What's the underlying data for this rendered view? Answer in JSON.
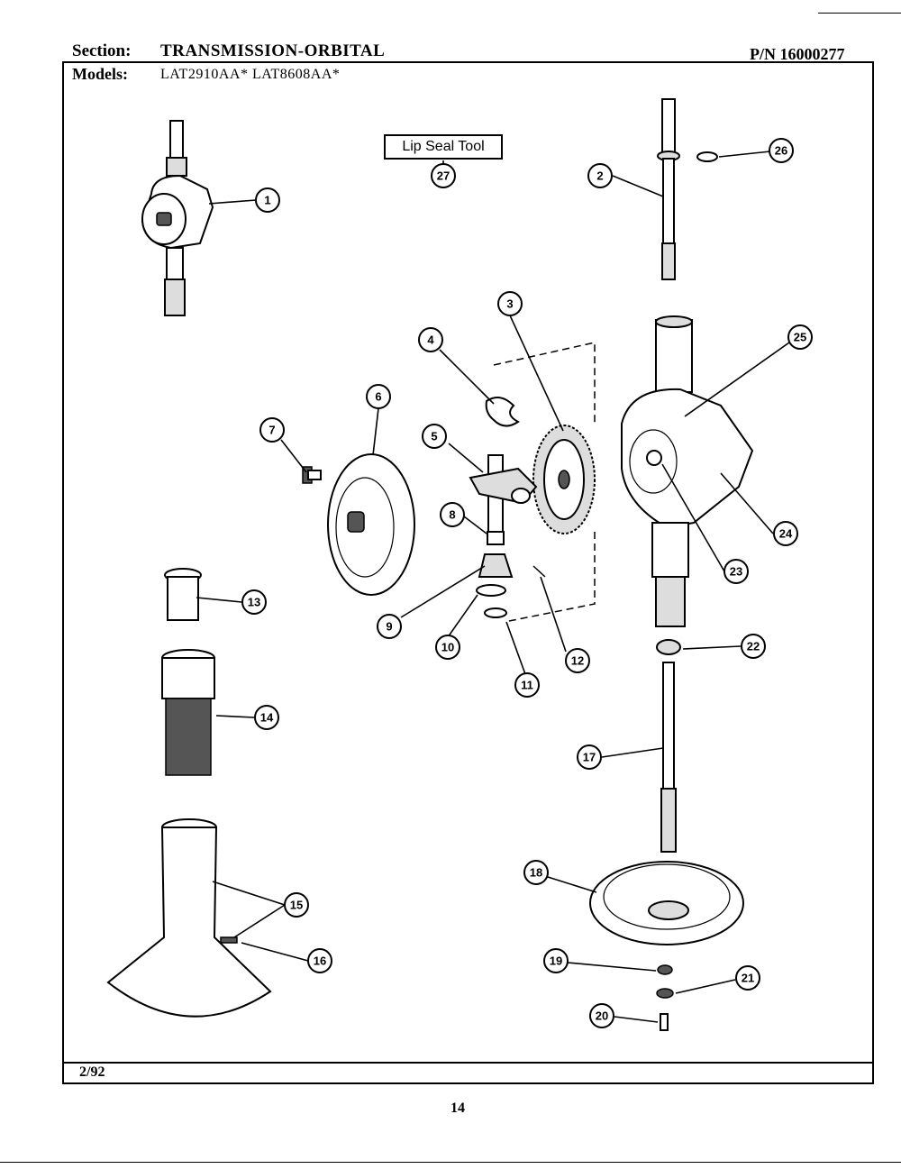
{
  "header": {
    "section_label": "Section:",
    "section_value": "TRANSMISSION-ORBITAL",
    "part_number": "P/N 16000277",
    "models_label": "Models:",
    "models_value": "LAT2910AA*  LAT8608AA*"
  },
  "tool_label": "Lip Seal Tool",
  "footer": {
    "date": "2/92",
    "page": "14"
  },
  "callouts": [
    {
      "id": "c1",
      "label": "1"
    },
    {
      "id": "c2",
      "label": "2"
    },
    {
      "id": "c3",
      "label": "3"
    },
    {
      "id": "c4",
      "label": "4"
    },
    {
      "id": "c5",
      "label": "5"
    },
    {
      "id": "c6",
      "label": "6"
    },
    {
      "id": "c7",
      "label": "7"
    },
    {
      "id": "c8",
      "label": "8"
    },
    {
      "id": "c9",
      "label": "9"
    },
    {
      "id": "c10",
      "label": "10"
    },
    {
      "id": "c11",
      "label": "11"
    },
    {
      "id": "c12",
      "label": "12"
    },
    {
      "id": "c13",
      "label": "13"
    },
    {
      "id": "c14",
      "label": "14"
    },
    {
      "id": "c15",
      "label": "15"
    },
    {
      "id": "c16",
      "label": "16"
    },
    {
      "id": "c17",
      "label": "17"
    },
    {
      "id": "c18",
      "label": "18"
    },
    {
      "id": "c19",
      "label": "19"
    },
    {
      "id": "c20",
      "label": "20"
    },
    {
      "id": "c21",
      "label": "21"
    },
    {
      "id": "c22",
      "label": "22"
    },
    {
      "id": "c23",
      "label": "23"
    },
    {
      "id": "c24",
      "label": "24"
    },
    {
      "id": "c25",
      "label": "25"
    },
    {
      "id": "c26",
      "label": "26"
    },
    {
      "id": "c27",
      "label": "27"
    }
  ]
}
